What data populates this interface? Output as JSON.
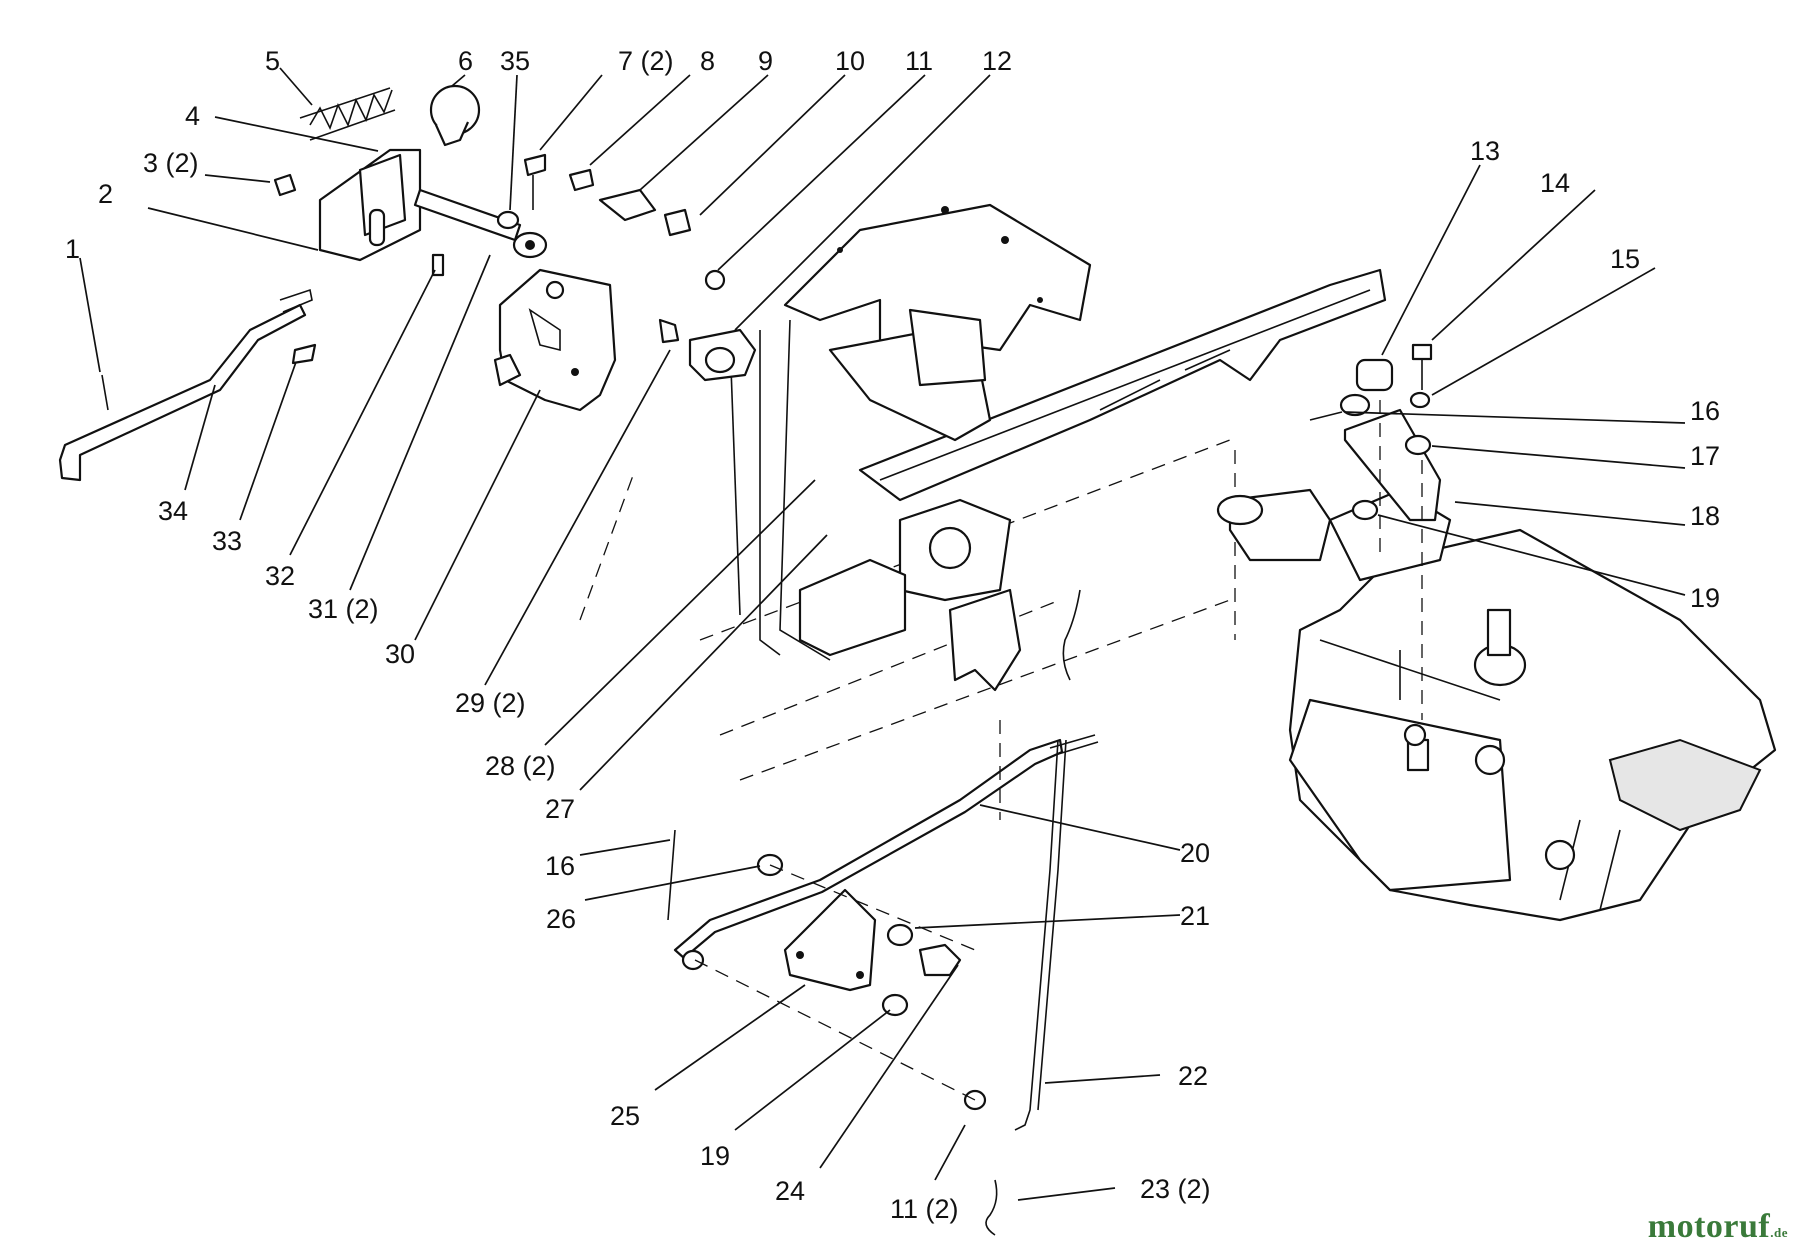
{
  "diagram": {
    "labels": [
      {
        "id": "1",
        "text": "1"
      },
      {
        "id": "2",
        "text": "2"
      },
      {
        "id": "3",
        "text": "3 (2)"
      },
      {
        "id": "4",
        "text": "4"
      },
      {
        "id": "5",
        "text": "5"
      },
      {
        "id": "6",
        "text": "6"
      },
      {
        "id": "35",
        "text": "35"
      },
      {
        "id": "7",
        "text": "7 (2)"
      },
      {
        "id": "8",
        "text": "8"
      },
      {
        "id": "9",
        "text": "9"
      },
      {
        "id": "10",
        "text": "10"
      },
      {
        "id": "11a",
        "text": "11"
      },
      {
        "id": "12",
        "text": "12"
      },
      {
        "id": "13",
        "text": "13"
      },
      {
        "id": "14",
        "text": "14"
      },
      {
        "id": "15",
        "text": "15"
      },
      {
        "id": "16a",
        "text": "16"
      },
      {
        "id": "17",
        "text": "17"
      },
      {
        "id": "18",
        "text": "18"
      },
      {
        "id": "19a",
        "text": "19"
      },
      {
        "id": "20",
        "text": "20"
      },
      {
        "id": "21",
        "text": "21"
      },
      {
        "id": "22",
        "text": "22"
      },
      {
        "id": "23",
        "text": "23 (2)"
      },
      {
        "id": "11b",
        "text": "11 (2)"
      },
      {
        "id": "24",
        "text": "24"
      },
      {
        "id": "19b",
        "text": "19"
      },
      {
        "id": "25",
        "text": "25"
      },
      {
        "id": "26",
        "text": "26"
      },
      {
        "id": "16b",
        "text": "16"
      },
      {
        "id": "27",
        "text": "27"
      },
      {
        "id": "28",
        "text": "28 (2)"
      },
      {
        "id": "29",
        "text": "29 (2)"
      },
      {
        "id": "30",
        "text": "30"
      },
      {
        "id": "31",
        "text": "31 (2)"
      },
      {
        "id": "32",
        "text": "32"
      },
      {
        "id": "33",
        "text": "33"
      },
      {
        "id": "34",
        "text": "34"
      }
    ]
  },
  "watermark": {
    "brand": "motoruf",
    "suffix": ".de"
  }
}
